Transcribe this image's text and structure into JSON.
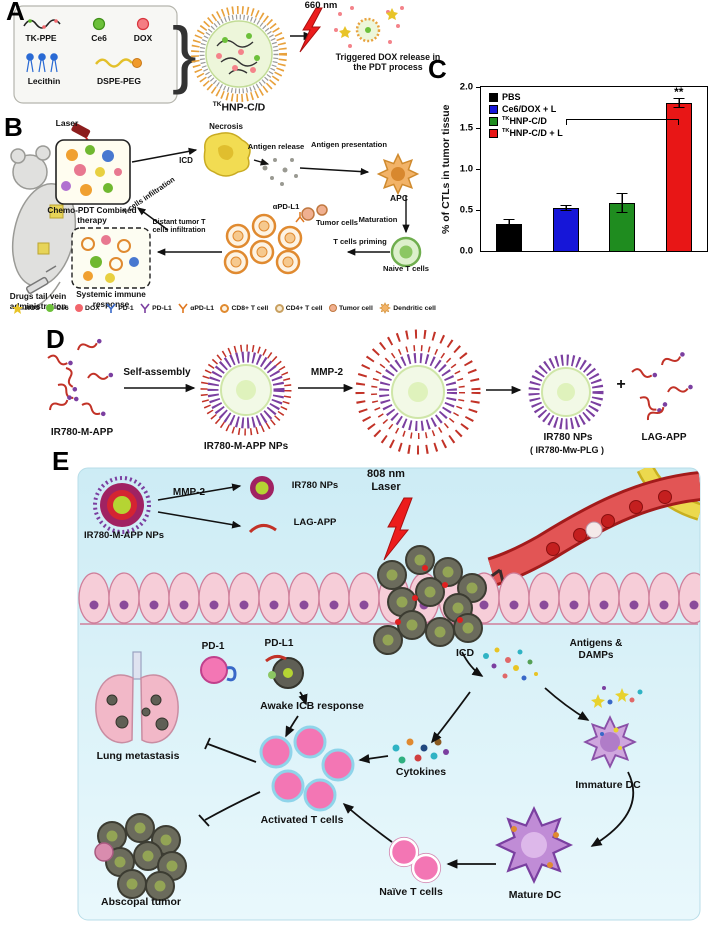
{
  "panelA": {
    "label": "A",
    "legend": {
      "tkppe": "TK-PPE",
      "ce6": "Ce6",
      "dox": "DOX",
      "lecithin": "Lecithin",
      "dspepeg": "DSPE-PEG"
    },
    "np_sup": "TK",
    "np_label": "HNP-C/D",
    "laser_label": "660 nm",
    "result_text": "Triggered DOX release in the PDT process"
  },
  "panelB": {
    "label": "B",
    "laser": "Laser",
    "primary_caption": "Chemo-PDT Combined therapy",
    "infiltration": "T cells infiltration",
    "icd": "ICD",
    "necrosis": "Necrosis",
    "antigen_release": "Antigen release",
    "antigen_presentation": "Antigen presentation",
    "apc": "APC",
    "maturation": "Maturation",
    "apdl1": "αPD-L1",
    "tumor_cells": "Tumor cells",
    "priming": "T cells priming",
    "naive": "Naive T cells",
    "distant": "Distant tumor T cells infiltration",
    "systemic_caption": "Systemic immune response",
    "admin": "Drugs tail vein administration",
    "legend": [
      {
        "label": "ROS"
      },
      {
        "label": "Ce6"
      },
      {
        "label": "DOX"
      },
      {
        "label": "PD-1"
      },
      {
        "label": "PD-L1"
      },
      {
        "label": "αPD-L1"
      },
      {
        "label": "CD8+ T cell"
      },
      {
        "label": "CD4+ T cell"
      },
      {
        "label": "Tumor cell"
      },
      {
        "label": "Dendritic cell"
      }
    ]
  },
  "panelC": {
    "label": "C",
    "chart_data": {
      "type": "bar",
      "ylabel": "% of CTLs in tumor tissue",
      "ylim": [
        0.0,
        2.0
      ],
      "yticks": [
        "2.0",
        "1.5",
        "1.0",
        "0.5",
        "0.0"
      ],
      "grid": false,
      "legend_position": "top-left",
      "significance": "**",
      "series": [
        {
          "sup": "",
          "label": "PBS",
          "value": 0.33,
          "error": 0.05,
          "color": "#000000"
        },
        {
          "sup": "",
          "label": "Ce6/DOX + L",
          "value": 0.52,
          "error": 0.04,
          "color": "#1616d8"
        },
        {
          "sup": "TK",
          "label": "HNP-C/D",
          "value": 0.58,
          "error": 0.12,
          "color": "#1f8c1f"
        },
        {
          "sup": "TK",
          "label": "HNP-C/D + L",
          "value": 1.78,
          "error": 0.06,
          "color": "#e81616"
        }
      ]
    }
  },
  "panelD": {
    "label": "D",
    "monomer_label": "IR780-M-APP",
    "step1": "Self-assembly",
    "np_label": "IR780-M-APP NPs",
    "step2": "MMP-2",
    "product_label_1": "IR780 NPs",
    "product_label_2": "( IR780-Mw-PLG )",
    "plus": "+",
    "lag_label": "LAG-APP"
  },
  "panelE": {
    "label": "E",
    "np_label": "IR780-M-APP NPs",
    "mmp2": "MMP-2",
    "ir780_nps": "IR780 NPs",
    "lag_app": "LAG-APP",
    "laser_line1": "808 nm",
    "laser_line2": "Laser",
    "pd1": "PD-1",
    "pdl1": "PD-L1",
    "icd": "ICD",
    "antigens": "Antigens & DAMPs",
    "awake": "Awake ICB response",
    "lung": "Lung metastasis",
    "activated": "Activated T cells",
    "cytokines": "Cytokines",
    "immature_dc": "Immature DC",
    "naive": "Naïve T cells",
    "mature_dc": "Mature DC",
    "abscopal": "Abscopal tumor"
  }
}
